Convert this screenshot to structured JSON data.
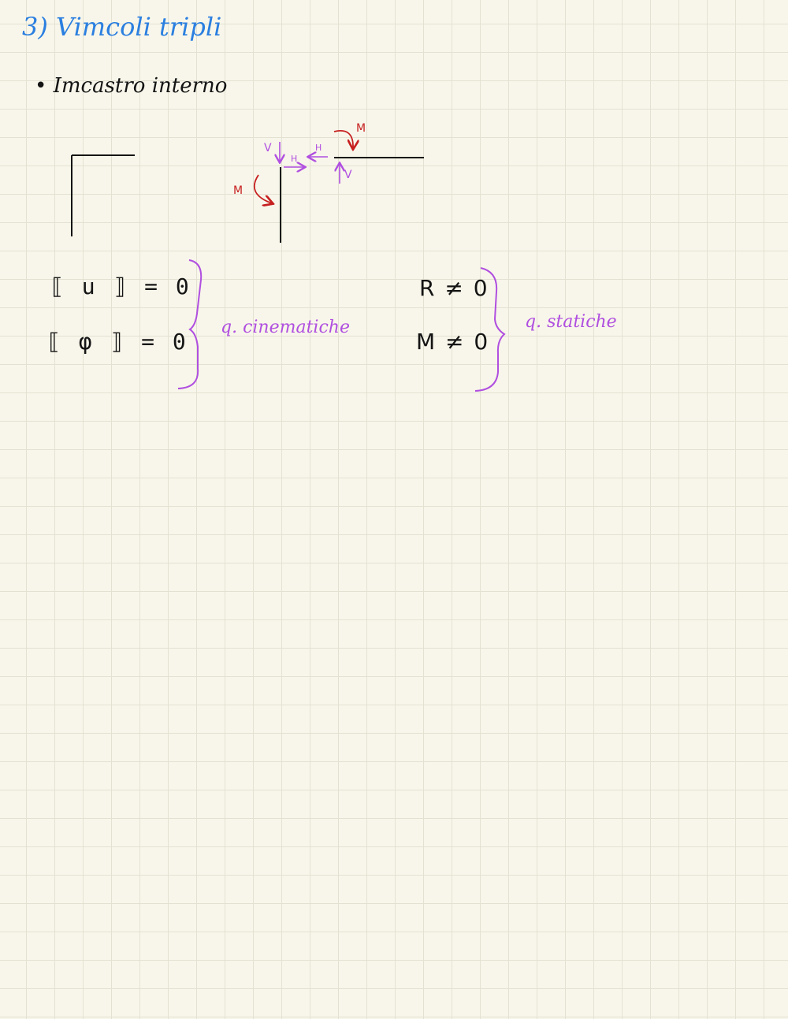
{
  "heading": "3) Vimcoli tripli",
  "bullet": "• Imcastro interno",
  "equations": {
    "jump_u": "⟦ u ⟧ = 0",
    "jump_phi": "⟦ φ ⟧ = 0",
    "reaction": "R ≠ 0",
    "moment": "M ≠ 0"
  },
  "labels": {
    "kinematic": "q. cinematiche",
    "static": "q. statiche"
  },
  "forces": {
    "v_left": "V",
    "h_left": "H",
    "h_right": "H",
    "m_top": "M",
    "v_right": "V",
    "m_left": "M"
  },
  "colors": {
    "heading": "#2b7fe0",
    "ink": "#141414",
    "purple": "#b04fe0",
    "red": "#c61f1f",
    "paper": "#f8f6ea",
    "grid": "#e3e2d2"
  }
}
